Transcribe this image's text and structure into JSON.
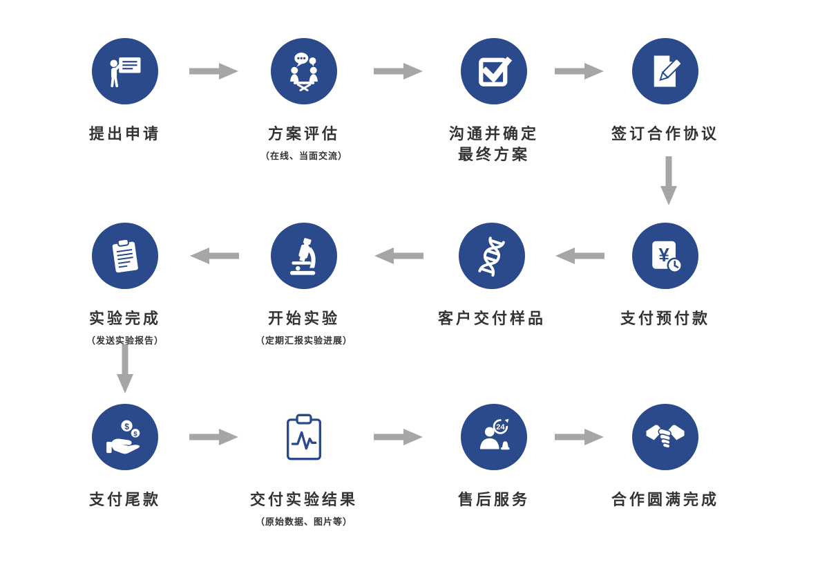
{
  "colors": {
    "circle_blue": "#2b4a8b",
    "arrow_gray": "#a6a6a6",
    "text_dark": "#333333"
  },
  "glyphs": {
    "yuan": "¥",
    "dollar": "$",
    "hours": "24"
  },
  "flow": {
    "steps": [
      {
        "label": "提出申请",
        "sublabel": "",
        "icon": "presentation-board-icon"
      },
      {
        "label": "方案评估",
        "sublabel": "（在线、当面交流）",
        "icon": "discussion-icon"
      },
      {
        "label": "沟通并确定\n最终方案",
        "sublabel": "",
        "icon": "checkbox-icon"
      },
      {
        "label": "签订合作协议",
        "sublabel": "",
        "icon": "sign-contract-icon"
      },
      {
        "label": "支付预付款",
        "sublabel": "",
        "icon": "prepayment-icon"
      },
      {
        "label": "客户交付样品",
        "sublabel": "",
        "icon": "dna-sample-icon"
      },
      {
        "label": "开始实验",
        "sublabel": "（定期汇报实验进展）",
        "icon": "microscope-icon"
      },
      {
        "label": "实验完成",
        "sublabel": "（发送实验报告）",
        "icon": "report-clipboard-icon"
      },
      {
        "label": "支付尾款",
        "sublabel": "",
        "icon": "hand-coins-icon"
      },
      {
        "label": "交付实验结果",
        "sublabel": "（原始数据、图片等）",
        "icon": "results-clipboard-icon"
      },
      {
        "label": "售后服务",
        "sublabel": "",
        "icon": "service-24h-icon"
      },
      {
        "label": "合作圆满完成",
        "sublabel": "",
        "icon": "handshake-icon"
      }
    ]
  }
}
